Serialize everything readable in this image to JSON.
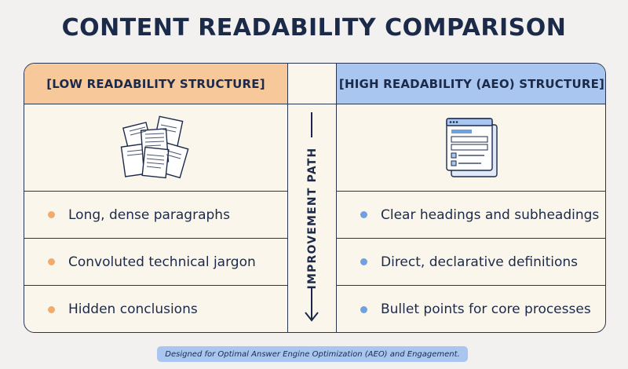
{
  "title": "CONTENT READABILITY COMPARISON",
  "left": {
    "header": "[LOW READABILITY STRUCTURE]",
    "icon": "scattered-documents-icon",
    "items": [
      "Long, dense paragraphs",
      "Convoluted technical jargon",
      "Hidden conclusions"
    ]
  },
  "middle": {
    "label": "IMPROVEMENT PATH"
  },
  "right": {
    "header": "[HIGH READABILITY (AEO) STRUCTURE]",
    "icon": "structured-webpage-icon",
    "items": [
      "Clear headings and subheadings",
      "Direct, declarative definitions",
      "Bullet points for core processes"
    ]
  },
  "footer": "Designed for Optimal Answer Engine Optimization (AEO) and Engagement.",
  "colors": {
    "left_header": "#f7c89a",
    "right_header": "#a9c6f0",
    "left_bullet": "#f1ab6f",
    "right_bullet": "#6fa0e0",
    "ink": "#1c2a4a"
  }
}
